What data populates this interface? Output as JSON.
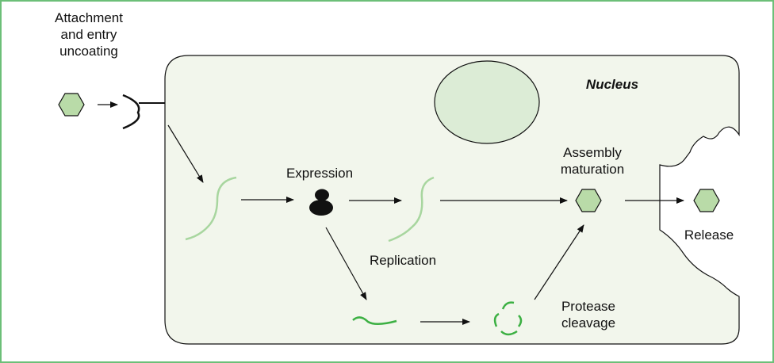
{
  "labels": {
    "attachment": "Attachment\nand entry\nuncoating",
    "nucleus": "Nucleus",
    "expression": "Expression",
    "replication": "Replication",
    "assembly": "Assembly\nmaturation",
    "release": "Release",
    "protease": "Protease\ncleavage"
  },
  "colors": {
    "frame": "#6cbf78",
    "cell_fill": "#f2f6ec",
    "nucleus_fill": "#dcecd6",
    "virion_fill": "#b9dba8",
    "genome_light": "#a8d69f",
    "protein_green": "#3cb043",
    "ink": "#111111"
  }
}
